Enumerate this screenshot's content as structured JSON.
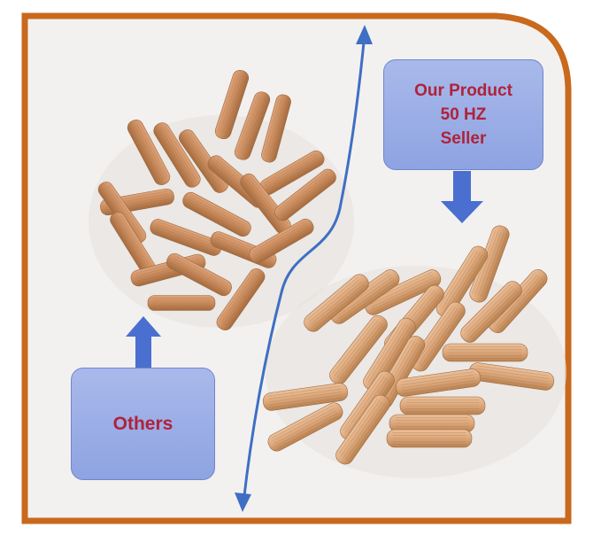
{
  "product_label": {
    "line1": "Our Product",
    "line2": "50 HZ",
    "line3": "Seller"
  },
  "others_label": {
    "text": "Others"
  },
  "colors": {
    "frame": "#c8691e",
    "divider_arrow": "#3f6fc4",
    "label_box": "#9aaee5",
    "label_text": "#b0223a",
    "pointer_arrow": "#3f6fc4",
    "dowel_wood": "#d9a57a",
    "dowel_dark": "#c98d5e",
    "background": "#f4f2f0"
  },
  "icons": {
    "divider": "double-headed-arrow-icon",
    "product_pointer": "arrow-down-icon",
    "others_pointer": "arrow-up-icon"
  }
}
